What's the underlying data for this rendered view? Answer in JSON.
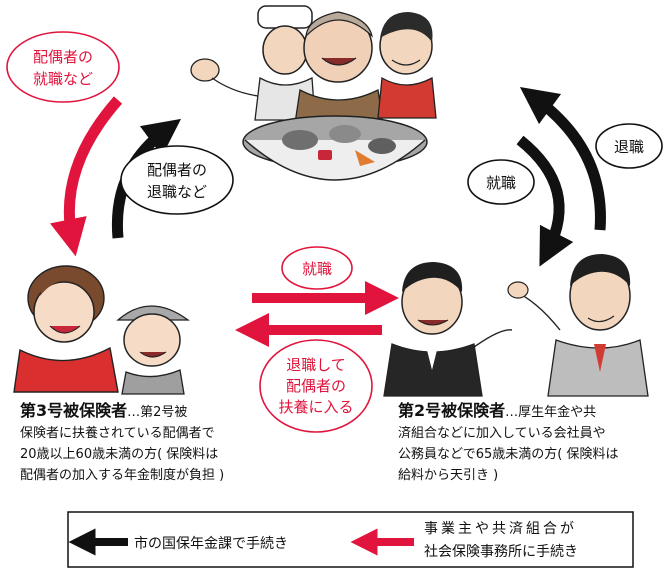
{
  "labels": {
    "spouse_employment": [
      "配偶者の",
      "就職など"
    ],
    "spouse_retirement": [
      "配偶者の",
      "退職など"
    ],
    "employment_right": "就職",
    "retirement_right": "退職",
    "employment_center": "就職",
    "retire_dependent": [
      "退職して",
      "配偶者の",
      "扶養に入る"
    ]
  },
  "third_insured": {
    "title": "第3号被保険者",
    "lines": [
      "…第2号被",
      "保険者に扶養されている配偶者で",
      "20歳以上60歳未満の方( 保険料は",
      "配偶者の加入する年金制度が負担 )"
    ]
  },
  "second_insured": {
    "title": "第2号被保険者",
    "lines": [
      "…厚生年金や共",
      "済組合などに加入している会社員や",
      "公務員などで65歳未満の方( 保険料は",
      "給料から天引き )"
    ]
  },
  "legend": {
    "black": "市の国保年金課で手続き",
    "red": [
      "事業主や共済組合が",
      "社会保険事務所に手続き"
    ]
  },
  "colors": {
    "red": "#e0143c",
    "black": "#111111"
  }
}
